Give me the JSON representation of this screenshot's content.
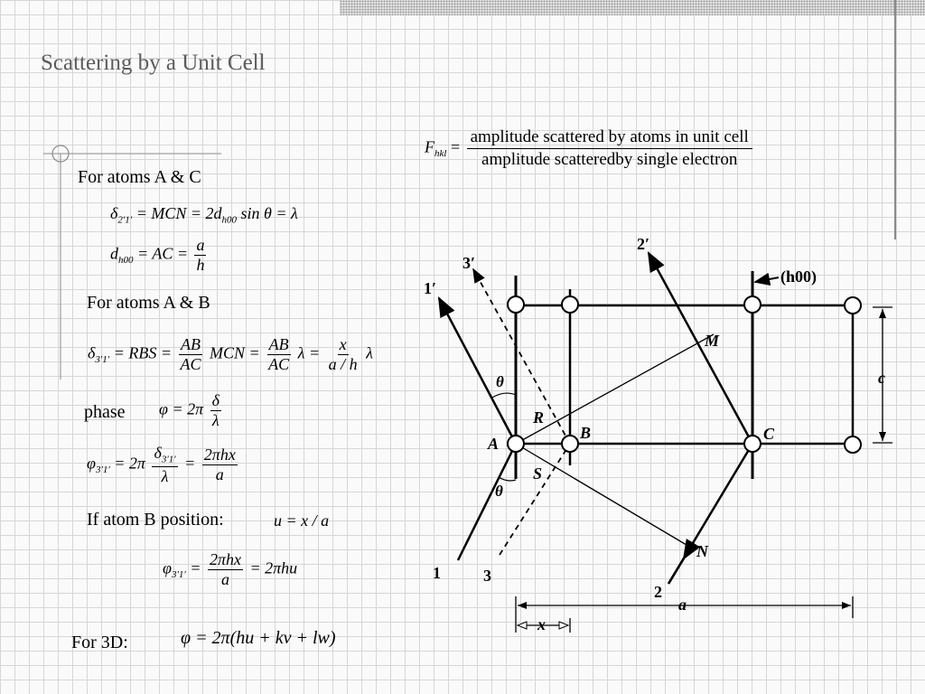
{
  "slide": {
    "title": "Scattering by a Unit Cell"
  },
  "labels": {
    "atoms_ac": "For atoms A & C",
    "atoms_ab": "For atoms A & B",
    "phase": "phase",
    "if_atom_b": "If atom B position:",
    "for_3d": "For 3D:"
  },
  "equations": {
    "f_lhs": "F",
    "f_lhs_sub": "hkl",
    "f_num": "amplitude  scattered by  atoms in unit cell",
    "f_den": "amplitude  scatteredby  single electron",
    "delta21_sym": "δ",
    "delta21_sub": "2′1′",
    "delta21_rhs": "= MCN = 2d",
    "delta21_d_sub": "h00",
    "delta21_tail": "sin θ = λ",
    "dh00_sym": "d",
    "dh00_sub": "h00",
    "dh00_mid": "= AC =",
    "dh00_num": "a",
    "dh00_den": "h",
    "delta31_sym": "δ",
    "delta31_sub": "3′1′",
    "delta31_a": "= RBS =",
    "delta31_f1_num": "AB",
    "delta31_f1_den": "AC",
    "delta31_b": "MCN =",
    "delta31_f2_num": "AB",
    "delta31_f2_den": "AC",
    "delta31_c": "λ =",
    "delta31_f3_num": "x",
    "delta31_f3_den": "a / h",
    "delta31_d": "λ",
    "phase_lhs": "φ = 2π",
    "phase_num": "δ",
    "phase_den": "λ",
    "phi31_sym": "φ",
    "phi31_sub": "3′1′",
    "phi31_a": "= 2π",
    "phi31_f1_num": "δ",
    "phi31_f1_num_sub": "3′1′",
    "phi31_f1_den": "λ",
    "phi31_b": "=",
    "phi31_f2_num": "2πhx",
    "phi31_f2_den": "a",
    "u_eq": "u = x / a",
    "phi_u_sym": "φ",
    "phi_u_sub": "3′1′",
    "phi_u_a": "=",
    "phi_u_num": "2πhx",
    "phi_u_den": "a",
    "phi_u_b": "= 2πhu",
    "phi_3d": "φ = 2π(hu + kv + lw)"
  },
  "diagram": {
    "ray_labels": [
      "1′",
      "2′",
      "3′",
      "1",
      "2",
      "3"
    ],
    "point_labels": [
      "A",
      "B",
      "C",
      "M",
      "N",
      "R",
      "S"
    ],
    "theta": "θ",
    "plane_label": "(h00)",
    "dim_c": "c",
    "dim_a": "a",
    "dim_x": "x"
  }
}
